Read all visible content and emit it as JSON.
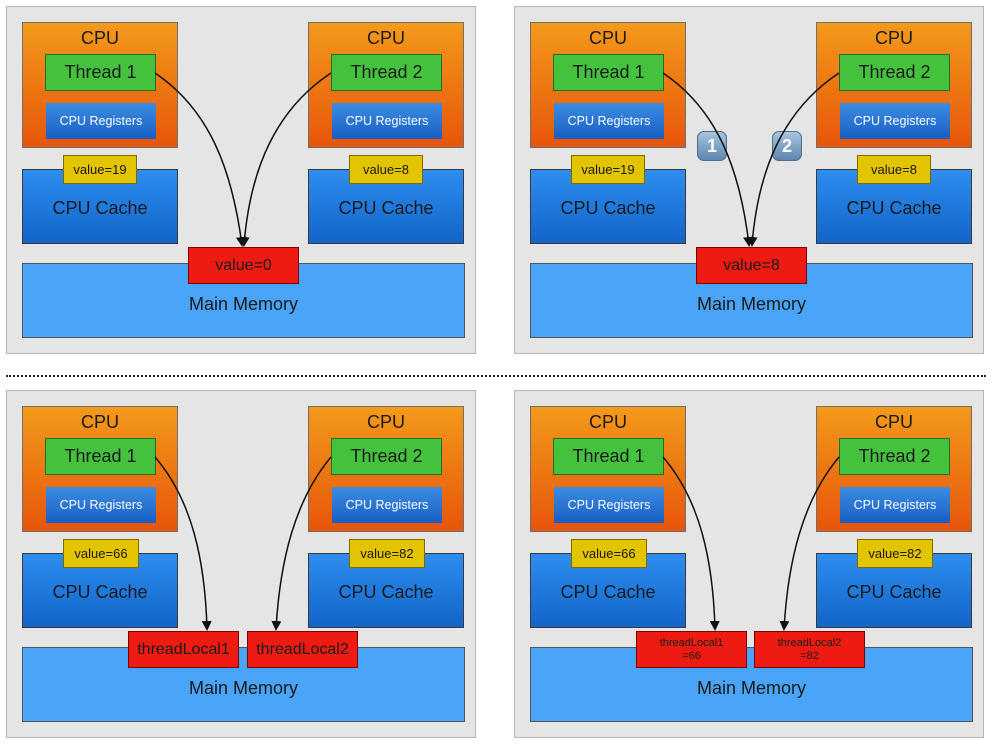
{
  "common": {
    "cpu_label": "CPU",
    "thread1_label": "Thread 1",
    "thread2_label": "Thread 2",
    "registers_label": "CPU Registers",
    "cache_label": "CPU Cache",
    "main_memory_label": "Main Memory"
  },
  "panel_a": {
    "cache1_value": "value=19",
    "cache2_value": "value=8",
    "memory_value": "value=0"
  },
  "panel_b": {
    "cache1_value": "value=19",
    "cache2_value": "value=8",
    "memory_value": "value=8",
    "step1_badge": "1",
    "step2_badge": "2"
  },
  "panel_c": {
    "cache1_value": "value=66",
    "cache2_value": "value=82",
    "memory_value1": "threadLocal1",
    "memory_value2": "threadLocal2"
  },
  "panel_d": {
    "cache1_value": "value=66",
    "cache2_value": "value=82",
    "memory_value1_line1": "threadLocal1",
    "memory_value1_line2": "=66",
    "memory_value2_line1": "threadLocal2",
    "memory_value2_line2": "=82"
  },
  "colors": {
    "panel_bg": "#e5e5e5",
    "cpu_orange": "#f39a1b",
    "thread_green": "#44c13d",
    "cache_blue": "#1e7ae0",
    "main_memory_blue": "#4aa4f7",
    "memory_value_red": "#ee1b12",
    "cache_value_yellow": "#e2c400"
  }
}
